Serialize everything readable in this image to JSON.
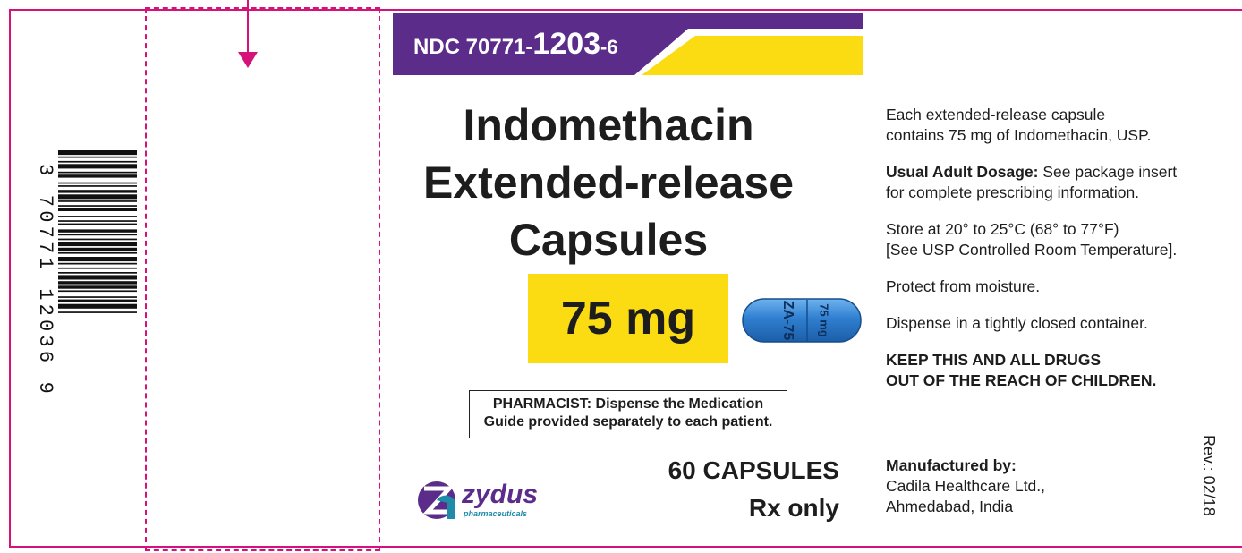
{
  "colors": {
    "border": "#d4127a",
    "banner_purple": "#5b2c8a",
    "banner_yellow": "#fbdc12",
    "strength_yellow": "#fbdc12",
    "capsule_blue": "#2f7fd0",
    "logo_purple": "#5b2c8a",
    "logo_teal": "#1f8ba8"
  },
  "barcode": {
    "digits": "3 70771 12036 9"
  },
  "ndc": {
    "prefix": "NDC 70771-",
    "product": "1203",
    "package": "-6"
  },
  "product": {
    "title_line1": "Indomethacin",
    "title_line2": "Extended-release",
    "title_line3": "Capsules",
    "strength": "75 mg",
    "capsule_imprint_1": "ZA-75",
    "capsule_imprint_2": "75 mg"
  },
  "pharmacist_note": {
    "line1": "PHARMACIST: Dispense the Medication",
    "line2": "Guide provided separately to each patient."
  },
  "logo": {
    "name": "zydus",
    "tagline": "pharmaceuticals"
  },
  "package": {
    "count": "60 CAPSULES",
    "rx": "Rx only"
  },
  "info": {
    "composition_line1": "Each extended-release capsule",
    "composition_line2": "contains 75 mg of Indomethacin, USP.",
    "dosage_label": "Usual Adult Dosage:",
    "dosage_text_1": " See package insert",
    "dosage_text_2": "for complete prescribing information.",
    "storage_line1": "Store at 20° to 25°C (68° to 77°F)",
    "storage_line2": "[See USP Controlled Room Temperature].",
    "moisture": "Protect from moisture.",
    "container": "Dispense in a tightly closed container.",
    "warning_line1": "KEEP THIS AND ALL DRUGS",
    "warning_line2": "OUT OF THE REACH OF CHILDREN.",
    "manufacturer_label": "Manufactured by:",
    "manufacturer_line1": "Cadila Healthcare Ltd.,",
    "manufacturer_line2": "Ahmedabad, India"
  },
  "revision": "Rev.: 02/18"
}
